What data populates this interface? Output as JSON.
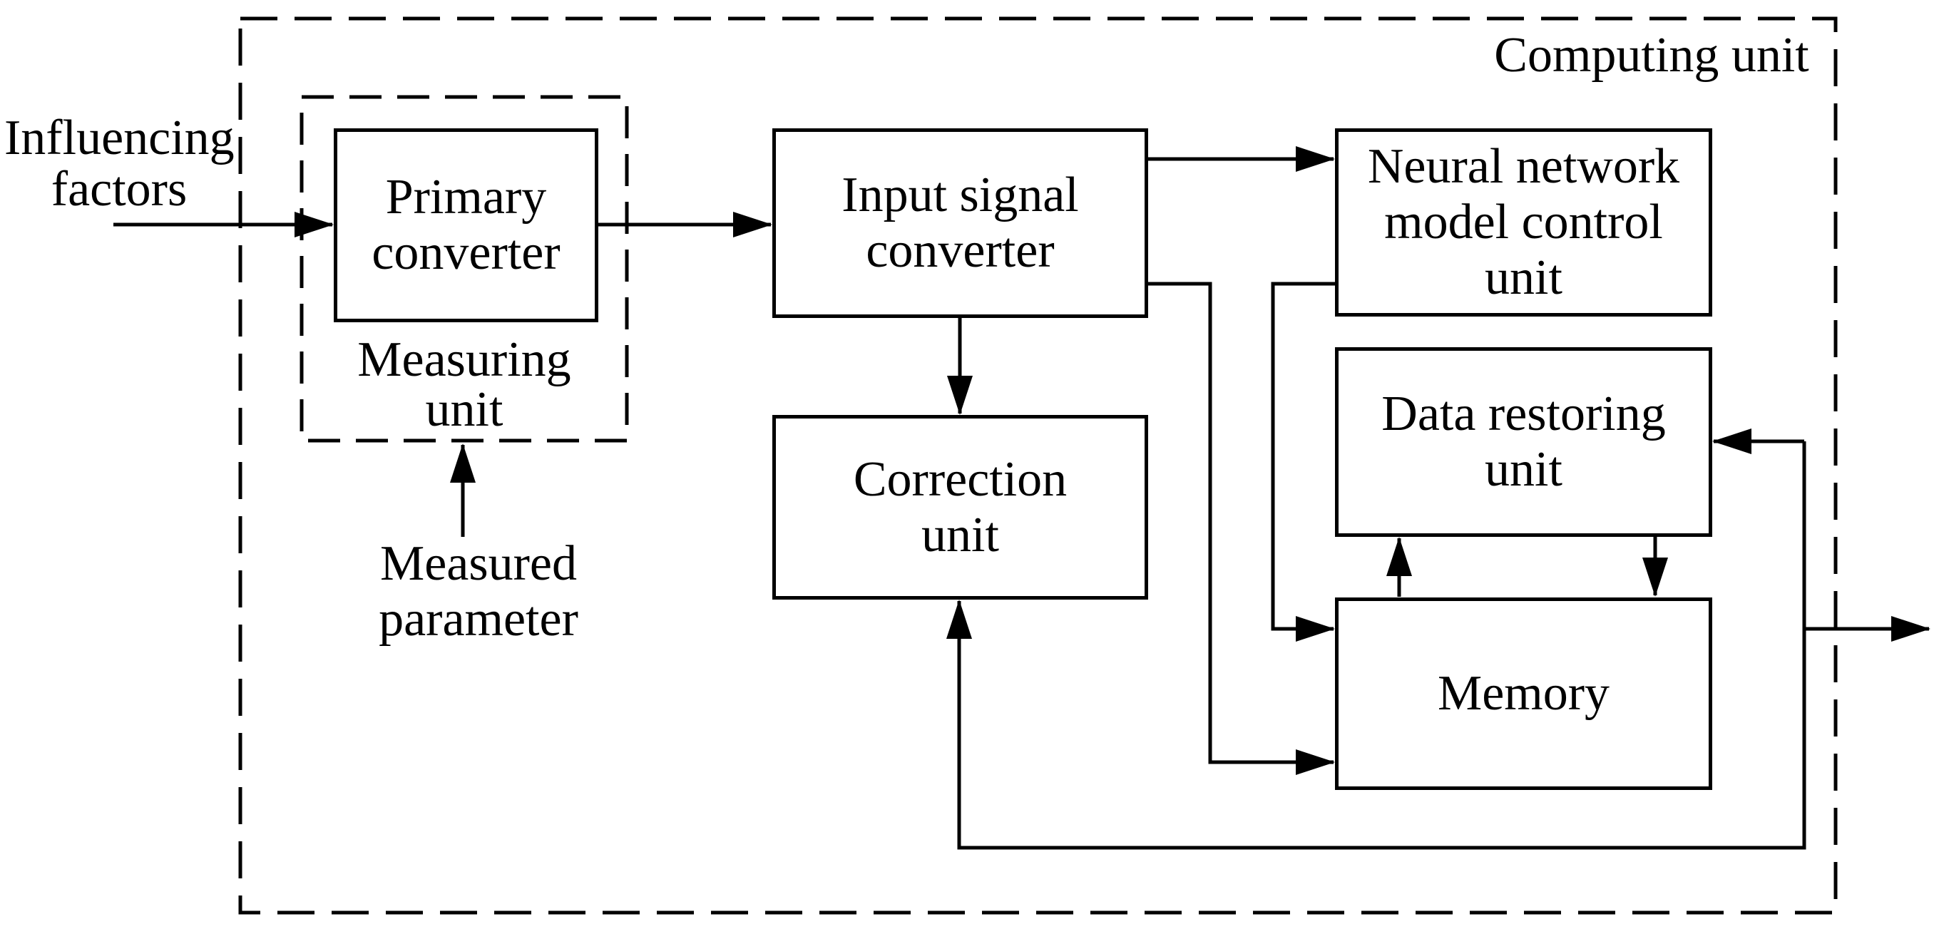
{
  "colors": {
    "line": "#000000",
    "text": "#000000",
    "background": "#ffffff"
  },
  "containers": {
    "computing_unit": {
      "label": "Computing unit"
    },
    "measuring_unit": {
      "lines": [
        "Measuring",
        "unit"
      ]
    }
  },
  "blocks": {
    "primary_converter": {
      "lines": [
        "Primary",
        "converter"
      ]
    },
    "input_signal_converter": {
      "lines": [
        "Input signal",
        "converter"
      ]
    },
    "correction_unit": {
      "lines": [
        "Correction",
        "unit"
      ]
    },
    "neural_network_model_control_unit": {
      "lines": [
        "Neural network",
        "model control",
        "unit"
      ]
    },
    "data_restoring_unit": {
      "lines": [
        "Data restoring",
        "unit"
      ]
    },
    "memory": {
      "lines": [
        "Memory"
      ]
    }
  },
  "external_labels": {
    "influencing_factors": {
      "lines": [
        "Influencing",
        "factors"
      ]
    },
    "measured_parameter": {
      "lines": [
        "Measured",
        "parameter"
      ]
    }
  },
  "connections": [
    {
      "from": "influencing-factors",
      "to": "primary-converter",
      "style": "solid-arrow"
    },
    {
      "from": "primary-converter",
      "to": "input-signal-converter",
      "style": "solid-arrow"
    },
    {
      "from": "input-signal-converter",
      "to": "neural-network-model-control-unit",
      "style": "solid-arrow"
    },
    {
      "from": "input-signal-converter",
      "to": "correction-unit",
      "style": "solid-arrow"
    },
    {
      "from": "input-signal-converter",
      "to": "memory",
      "style": "solid-arrow"
    },
    {
      "from": "neural-network-model-control-unit",
      "to": "memory",
      "style": "solid-arrow"
    },
    {
      "from": "memory",
      "to": "data-restoring-unit",
      "style": "solid-arrow"
    },
    {
      "from": "data-restoring-unit",
      "to": "memory",
      "style": "solid-arrow"
    },
    {
      "from": "feedback-line",
      "to": "correction-unit",
      "style": "solid-arrow"
    },
    {
      "from": "feedback-line",
      "to": "data-restoring-unit",
      "style": "solid-arrow"
    },
    {
      "from": "feedback-line",
      "to": "external-output",
      "style": "solid-arrow"
    },
    {
      "from": "measured-parameter",
      "to": "measuring-unit",
      "style": "solid-arrow"
    }
  ]
}
